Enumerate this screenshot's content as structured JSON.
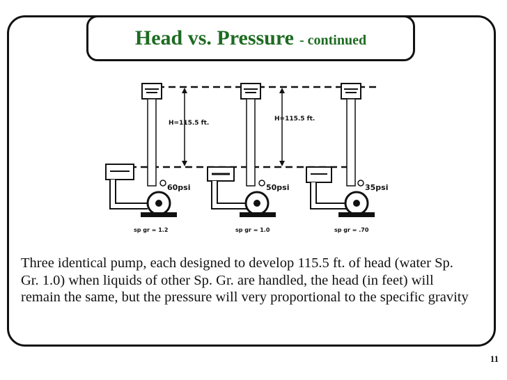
{
  "slide": {
    "title": "Head vs. Pressure",
    "title_suffix": "- continued",
    "caption": "Three identical pump, each designed to develop 115.5 ft. of head (water Sp. Gr. 1.0) when liquids of other Sp. Gr. are handled, the head (in feet) will remain the same, but the pressure will very proportional to the specific gravity",
    "page_number": "11",
    "title_color": "#1e6b22"
  },
  "diagram": {
    "head_labels": [
      "H=115.5 ft.",
      "H=115.5 ft."
    ],
    "pumps": [
      {
        "pressure": "60psi",
        "gravity": "sp gr = 1.2"
      },
      {
        "pressure": "50psi",
        "gravity": "sp gr = 1.0"
      },
      {
        "pressure": "35psi",
        "gravity": "sp gr = .70"
      }
    ]
  }
}
